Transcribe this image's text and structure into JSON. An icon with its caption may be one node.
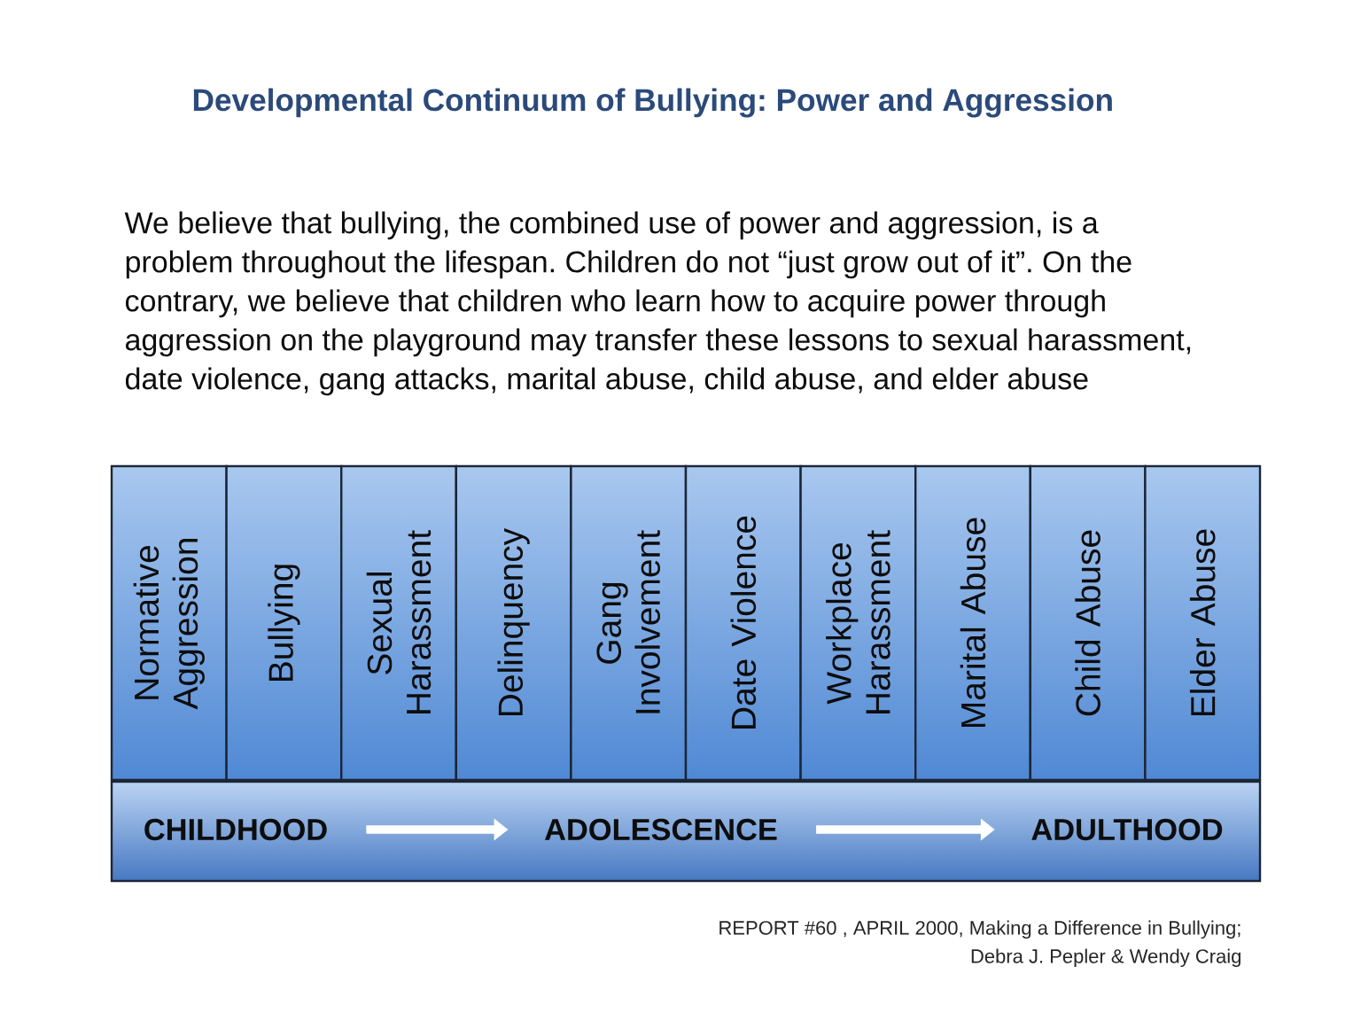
{
  "diagram": {
    "title": "Developmental Continuum of Bullying: Power and Aggression",
    "nodes": [
      {
        "text": [
          "Normative Aggression"
        ]
      },
      {
        "text": [
          "Bullying"
        ]
      },
      {
        "text": [
          "Sexual Harassment"
        ]
      },
      {
        "text": [
          "Delinquency"
        ]
      },
      {
        "text": [
          "Gang Involvement"
        ]
      },
      {
        "text": [
          "Date Violence"
        ]
      },
      {
        "text": [
          "Workplace Harassment"
        ]
      },
      {
        "text": [
          "Marital Abuse"
        ]
      },
      {
        "text": [
          "Child Abuse"
        ]
      },
      {
        "text": [
          "Elder Abuse"
        ]
      },
      {
        "text": [],
        "shape": "box"
      },
      {
        "text": [
          "CHILDHOOD"
        ],
        "in": 10
      },
      {
        "text": [
          "ADOLESCENCE"
        ],
        "in": 10
      },
      {
        "text": [
          "ADULTHOOD"
        ],
        "in": 10
      }
    ],
    "edges": [
      {
        "from": 11,
        "to": 12,
        "arrow": "to"
      },
      {
        "from": 12,
        "to": 13,
        "arrow": "to"
      }
    ],
    "labels": [
      "We believe that bullying, the combined use of power and aggression, is a problem throughout the lifespan. Children do not “just grow out of it”. On the contrary, we believe that children who learn how to acquire power through aggression on the playground may transfer these lessons to sexual harassment, date violence, gang attacks, marital abuse, child abuse, and elder abuse",
      "REPORT #60 , APRIL 2000, Making a Difference in Bullying; Debra J. Pepler & Wendy Craig"
    ]
  }
}
